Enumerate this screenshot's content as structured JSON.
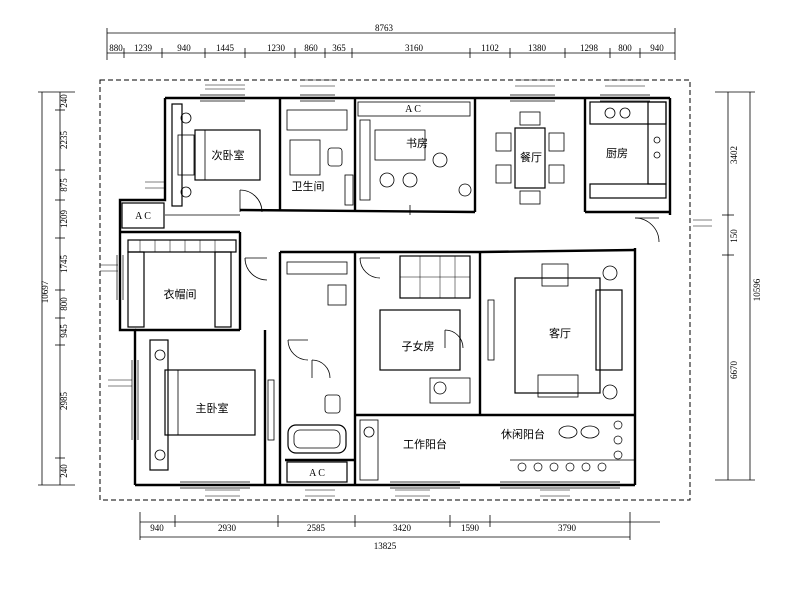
{
  "dimensions": {
    "top_total": "8763",
    "top": [
      "880",
      "1239",
      "940",
      "1445",
      "1230",
      "860",
      "365",
      "3160",
      "1102",
      "1380",
      "1298",
      "800",
      "940"
    ],
    "bottom": [
      "940",
      "2930",
      "2585",
      "3420",
      "1590",
      "3790"
    ],
    "bottom_total": "13825",
    "left": [
      "240",
      "2235",
      "875",
      "1209",
      "1745",
      "800",
      "945",
      "2985",
      "240"
    ],
    "left_total": "10697",
    "right": [
      "3402",
      "150",
      "6670"
    ],
    "right_total": "10596"
  },
  "rooms": {
    "second_bedroom": "次卧室",
    "bathroom": "卫生间",
    "study": "书房",
    "dining": "餐厅",
    "kitchen": "厨房",
    "cloakroom": "衣帽间",
    "master_bedroom": "主卧室",
    "kids_room": "子女房",
    "living": "客厅",
    "work_balcony": "工作阳台",
    "leisure_balcony": "休闲阳台"
  },
  "ac_labels": [
    "A C",
    "A C",
    "A C"
  ]
}
